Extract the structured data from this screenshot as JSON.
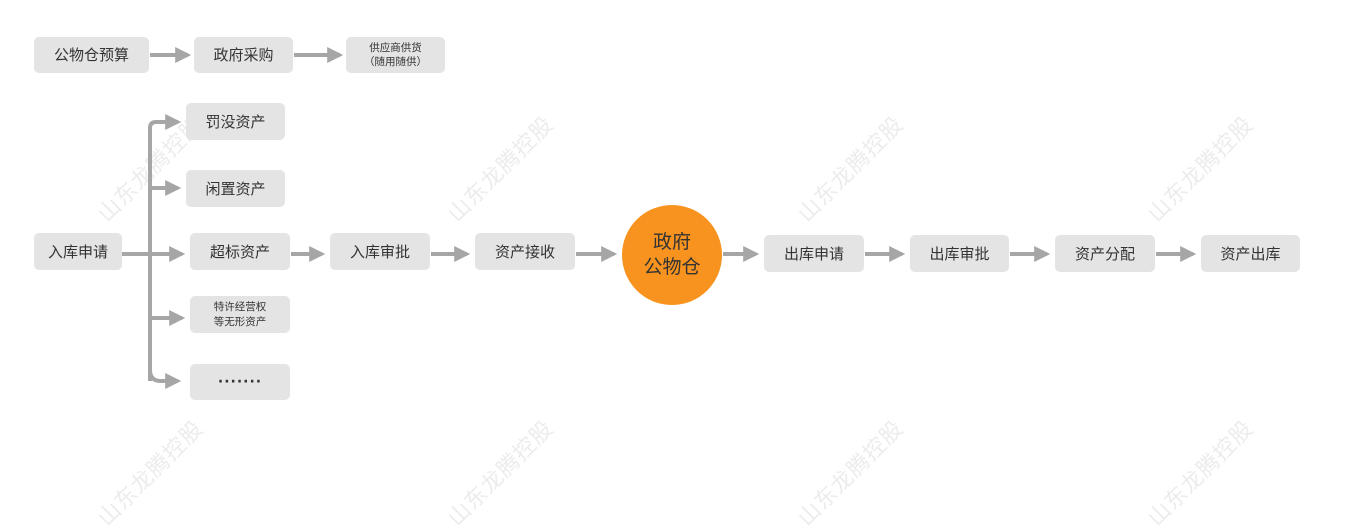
{
  "watermark": {
    "text": "山东龙腾控股",
    "color": "#ececec"
  },
  "colors": {
    "box_fill": "#e4e4e4",
    "box_text": "#333333",
    "arrow": "#a6a6a6",
    "hub_fill": "#f7931e"
  },
  "procurement_flow": {
    "budget": "公物仓预算",
    "purchase": "政府采购",
    "supply": {
      "line1": "供应商供货",
      "line2": "（随用随供）"
    }
  },
  "inbound_flow": {
    "application": "入库申请",
    "asset_types": {
      "confiscated": "罚没资产",
      "idle": "闲置资产",
      "excess": "超标资产",
      "franchise": {
        "line1": "特许经营权",
        "line2": "等无形资产"
      },
      "more": "·······"
    },
    "approval": "入库审批",
    "receipt": "资产接收"
  },
  "hub": {
    "line1": "政府",
    "line2": "公物仓"
  },
  "outbound_flow": {
    "application": "出库申请",
    "approval": "出库审批",
    "allocation": "资产分配",
    "release": "资产出库"
  }
}
